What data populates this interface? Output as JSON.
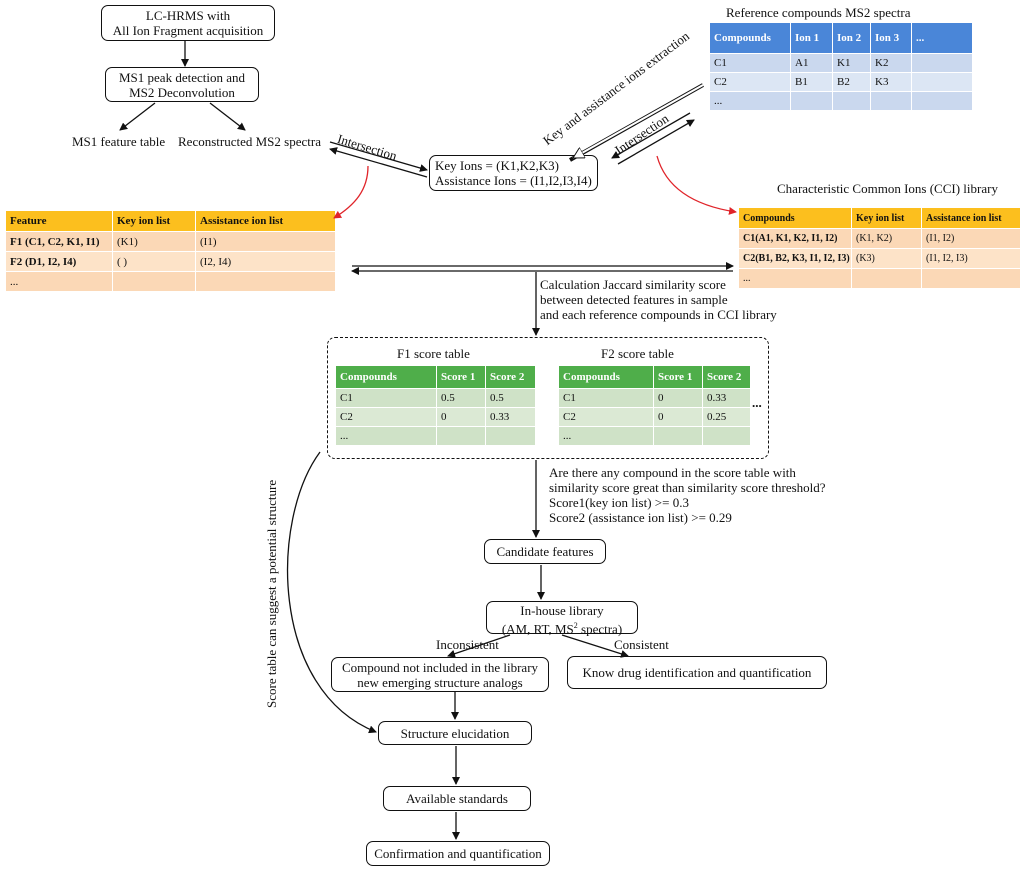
{
  "top_left": {
    "lchrms_line1": "LC-HRMS with",
    "lchrms_line2": "All Ion Fragment acquisition",
    "ms1_line1": "MS1 peak detection and",
    "ms1_line2": "MS2 Deconvolution",
    "feature_table": "MS1 feature table",
    "reconstructed": "Reconstructed MS2 spectra"
  },
  "labels": {
    "intersection_left": "Intersection",
    "key_extraction": "Key and assistance ions extraction",
    "intersection_right": "Intersection",
    "ref_title": "Reference compounds MS2 spectra",
    "cci_title": "Characteristic Common Ions (CCI) library",
    "jaccard_line1": "Calculation Jaccard similarity score",
    "jaccard_line2": "between detected features in sample",
    "jaccard_line3": "and each reference compounds in CCI library",
    "question_line1": "Are there any compound in the score table with",
    "question_line2": "similarity score great than similarity score threshold?",
    "question_line3": "Score1(key ion list) >= 0.3",
    "question_line4": "Score2 (assistance ion list) >= 0.29",
    "inconsistent": "Inconsistent",
    "consistent": "Consistent",
    "side_note": "Score table can suggest a potential structure",
    "f1_title": "F1 score table",
    "f2_title": "F2 score table",
    "ellipsis_right": "..."
  },
  "ions_box": {
    "line1": "Key Ions = (K1,K2,K3)",
    "line2": "Assistance Ions = (I1,I2,I3,I4)"
  },
  "ref_table": {
    "headers": [
      "Compounds",
      "Ion 1",
      "Ion 2",
      "Ion 3",
      "..."
    ],
    "rows": [
      [
        "C1",
        "A1",
        "K1",
        "K2",
        ""
      ],
      [
        "C2",
        "B1",
        "B2",
        "K3",
        ""
      ],
      [
        "...",
        "",
        "",
        "",
        ""
      ]
    ]
  },
  "feature_table": {
    "headers": [
      "Feature",
      "Key ion list",
      "Assistance ion list"
    ],
    "rows": [
      [
        "F1 (C1, C2, K1, I1)",
        "(K1)",
        "(I1)"
      ],
      [
        "F2 (D1, I2, I4)",
        "( )",
        "(I2, I4)"
      ],
      [
        "...",
        "",
        ""
      ]
    ]
  },
  "cci_table": {
    "headers": [
      "Compounds",
      "Key ion list",
      "Assistance ion list"
    ],
    "rows": [
      [
        "C1(A1, K1, K2, I1, I2)",
        "(K1, K2)",
        "(I1, I2)"
      ],
      [
        "C2(B1, B2, K3, I1, I2, I3)",
        "(K3)",
        "(I1, I2, I3)"
      ],
      [
        "...",
        "",
        ""
      ]
    ]
  },
  "f1_table": {
    "headers": [
      "Compounds",
      "Score 1",
      "Score 2"
    ],
    "rows": [
      [
        "C1",
        "0.5",
        "0.5"
      ],
      [
        "C2",
        "0",
        "0.33"
      ],
      [
        "...",
        "",
        ""
      ]
    ]
  },
  "f2_table": {
    "headers": [
      "Compounds",
      "Score 1",
      "Score 2"
    ],
    "rows": [
      [
        "C1",
        "0",
        "0.33"
      ],
      [
        "C2",
        "0",
        "0.25"
      ],
      [
        "...",
        "",
        ""
      ]
    ]
  },
  "flow": {
    "candidate": "Candidate features",
    "inhouse_line1": "In-house library",
    "inhouse_line2_pre": "(AM, RT, MS",
    "inhouse_sup": "2",
    "inhouse_line2_post": " spectra)",
    "not_included_line1": "Compound not included in the library",
    "not_included_line2": "new emerging structure analogs",
    "known": "Know drug identification and quantification",
    "structure": "Structure elucidation",
    "standards": "Available standards",
    "confirmation": "Confirmation and quantification"
  },
  "colors": {
    "ref_header": "#4a86d8",
    "orange_header": "#fcbf1e",
    "green_header": "#4fae4a",
    "red_arrow": "#e0242a"
  }
}
